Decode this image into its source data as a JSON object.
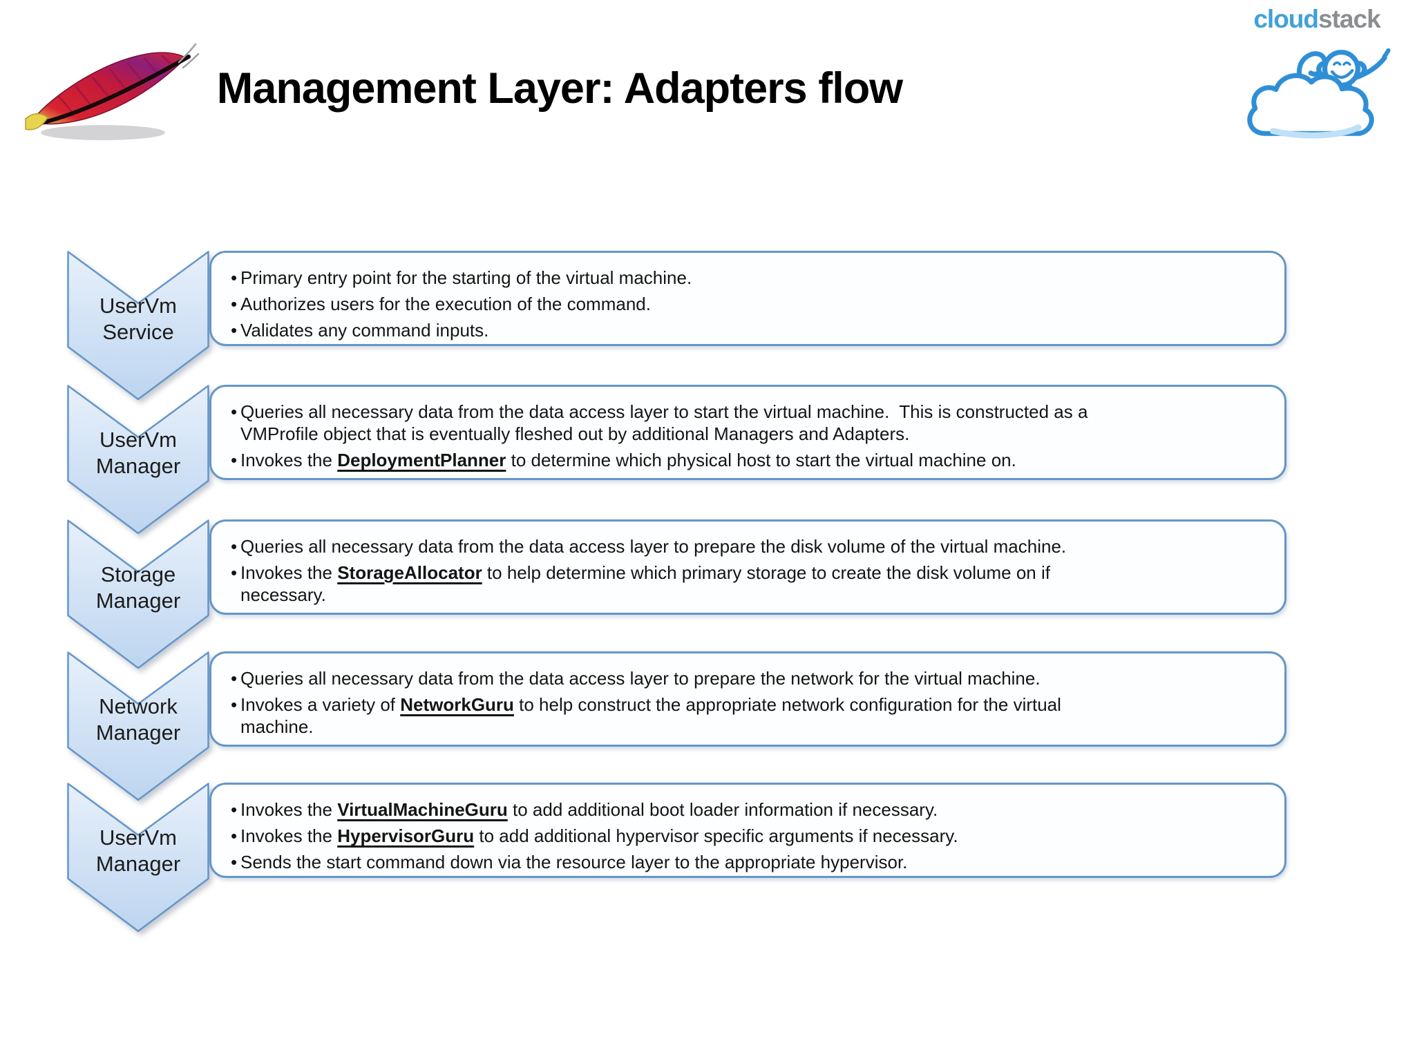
{
  "header": {
    "title": "Management Layer: Adapters flow"
  },
  "logos": {
    "cloudstack": {
      "word_cloud": "cloud",
      "word_stack": "stack"
    }
  },
  "colors": {
    "accent": "#6496c8",
    "chev-top": "#e7f0fa",
    "chev-bot": "#bdd5f0",
    "cloud-blue": "#41a0d9",
    "stack-gray": "#8b8e90"
  },
  "rows": [
    {
      "label_lines": [
        "UserVm",
        "Service"
      ],
      "bullets": [
        {
          "lines": [
            [
              {
                "t": "Primary entry point for the starting of the virtual machine."
              }
            ]
          ]
        },
        {
          "lines": [
            [
              {
                "t": "Authorizes users for the execution of the command."
              }
            ]
          ]
        },
        {
          "lines": [
            [
              {
                "t": "Validates any command inputs."
              }
            ]
          ]
        }
      ]
    },
    {
      "label_lines": [
        "UserVm",
        "Manager"
      ],
      "bullets": [
        {
          "lines": [
            [
              {
                "t": "Queries all necessary data from the data access layer to start the virtual machine.  This is constructed as a"
              }
            ],
            [
              {
                "t": "VMProfile object that is eventually fleshed out by additional Managers and Adapters."
              }
            ]
          ]
        },
        {
          "lines": [
            [
              {
                "t": "Invokes the "
              },
              {
                "t": "DeploymentPlanner",
                "b": true
              },
              {
                "t": " to determine which physical host to start the virtual machine on."
              }
            ]
          ]
        }
      ]
    },
    {
      "label_lines": [
        "Storage",
        "Manager"
      ],
      "bullets": [
        {
          "lines": [
            [
              {
                "t": "Queries all necessary data from the data access layer to prepare the disk volume of the virtual machine."
              }
            ]
          ]
        },
        {
          "lines": [
            [
              {
                "t": "Invokes the "
              },
              {
                "t": "StorageAllocator",
                "b": true
              },
              {
                "t": " to help determine which primary storage to create the disk volume on if"
              }
            ],
            [
              {
                "t": "necessary."
              }
            ]
          ]
        }
      ]
    },
    {
      "label_lines": [
        "Network",
        "Manager"
      ],
      "bullets": [
        {
          "lines": [
            [
              {
                "t": "Queries all necessary data from the data access layer to prepare the network for the virtual machine."
              }
            ]
          ]
        },
        {
          "lines": [
            [
              {
                "t": "Invokes a variety of "
              },
              {
                "t": "NetworkGuru",
                "b": true
              },
              {
                "t": " to help construct the appropriate network configuration for the virtual"
              }
            ],
            [
              {
                "t": "machine."
              }
            ]
          ]
        }
      ]
    },
    {
      "label_lines": [
        "UserVm",
        "Manager"
      ],
      "bullets": [
        {
          "lines": [
            [
              {
                "t": "Invokes the "
              },
              {
                "t": "VirtualMachineGuru",
                "b": true
              },
              {
                "t": " to add additional boot loader information if necessary."
              }
            ]
          ]
        },
        {
          "lines": [
            [
              {
                "t": "Invokes the "
              },
              {
                "t": "HypervisorGuru",
                "b": true
              },
              {
                "t": " to add additional hypervisor specific arguments if necessary."
              }
            ]
          ]
        },
        {
          "lines": [
            [
              {
                "t": "Sends the start command down via the resource layer to the appropriate hypervisor."
              }
            ]
          ]
        }
      ]
    }
  ]
}
